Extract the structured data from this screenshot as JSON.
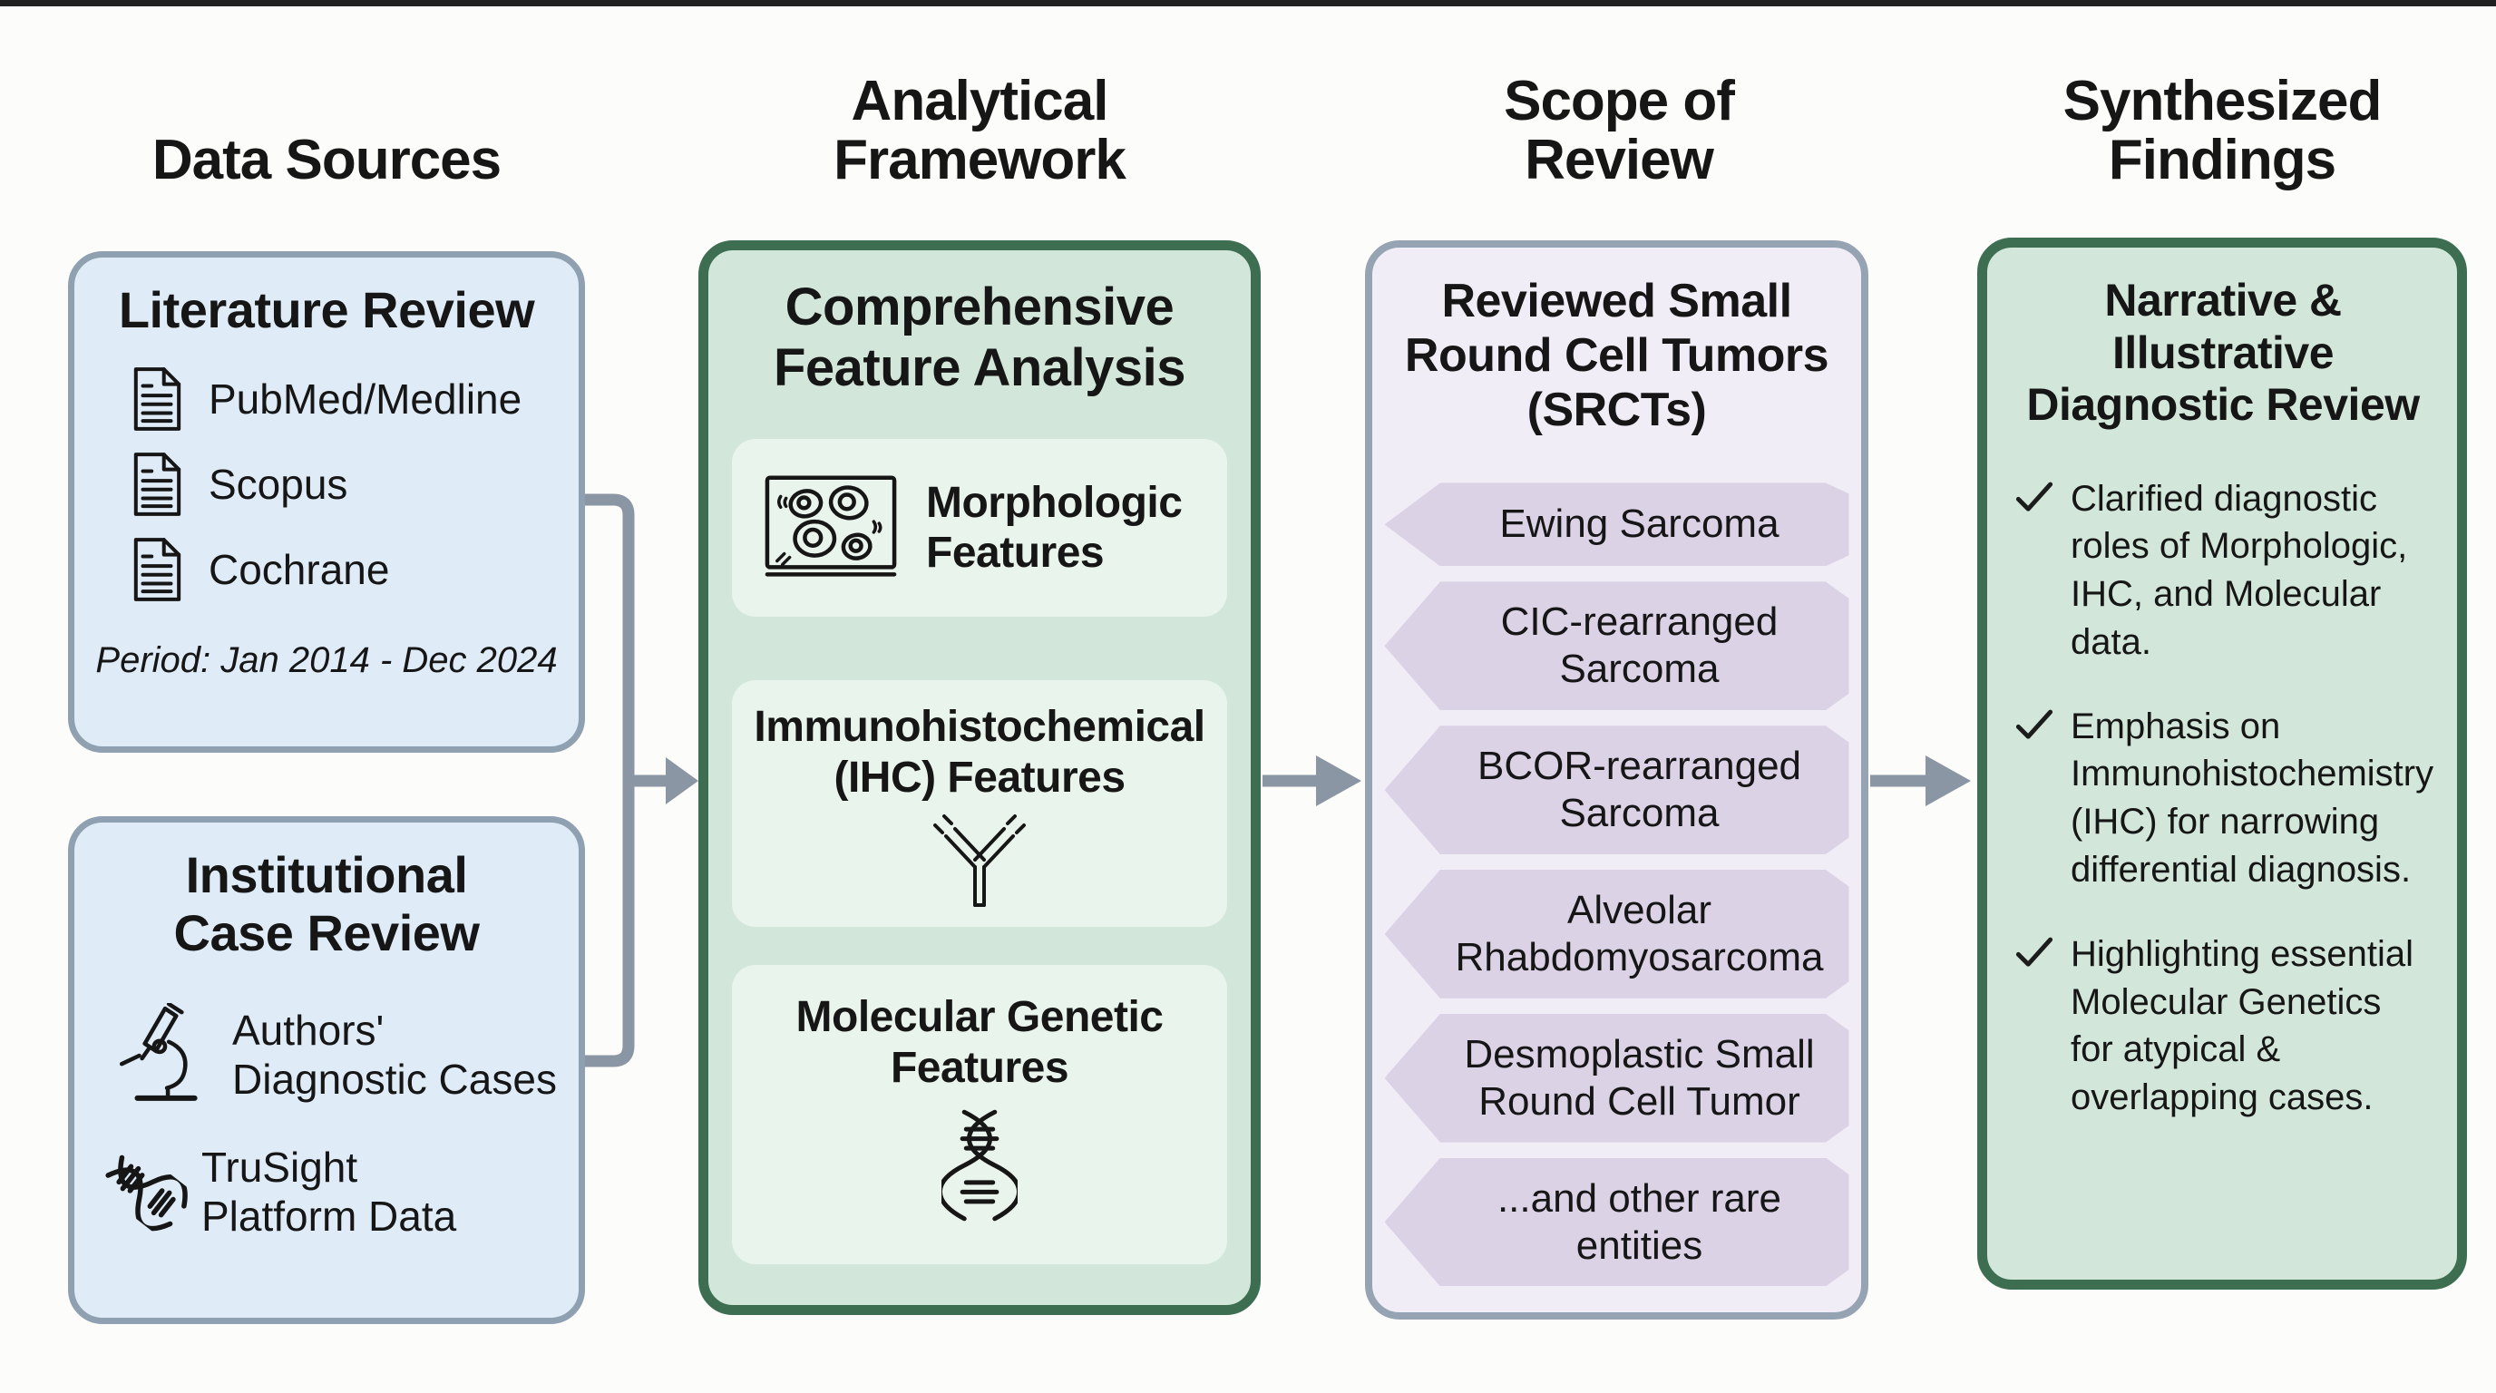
{
  "headers": {
    "col1": "Data Sources",
    "col2": [
      "Analytical",
      "Framework"
    ],
    "col3": [
      "Scope of",
      "Review"
    ],
    "col4": [
      "Synthesized",
      "Findings"
    ]
  },
  "data_sources": {
    "literature": {
      "title": "Literature Review",
      "items": [
        "PubMed/Medline",
        "Scopus",
        "Cochrane"
      ],
      "period": "Period: Jan 2014 - Dec 2024"
    },
    "institutional": {
      "title": [
        "Institutional",
        "Case Review"
      ],
      "items": [
        {
          "icon": "microscope-icon",
          "label": [
            "Authors'",
            "Diagnostic Cases"
          ]
        },
        {
          "icon": "dna-icon",
          "label": [
            "TruSight",
            "Platform Data"
          ]
        }
      ]
    }
  },
  "analytical_framework": {
    "title": [
      "Comprehensive",
      "Feature Analysis"
    ],
    "features": [
      {
        "icon": "cells-icon",
        "label": [
          "Morphologic",
          "Features"
        ]
      },
      {
        "icon": "antibody-icon",
        "label": [
          "Immunohistochemical",
          "(IHC) Features"
        ]
      },
      {
        "icon": "dna-icon",
        "label": [
          "Molecular Genetic",
          "Features"
        ]
      }
    ]
  },
  "scope_of_review": {
    "title": [
      "Reviewed Small",
      "Round Cell Tumors",
      "(SRCTs)"
    ],
    "entities": [
      "Ewing Sarcoma",
      "CIC-rearranged Sarcoma",
      "BCOR-rearranged Sarcoma",
      "Alveolar Rhabdomyosarcoma",
      "Desmoplastic Small Round Cell Tumor",
      "...and other rare entities"
    ]
  },
  "synthesized_findings": {
    "title": [
      "Narrative &",
      "Illustrative",
      "Diagnostic Review"
    ],
    "points": [
      "Clarified diagnostic roles of Morphologic, IHC, and Molecular data.",
      "Emphasis on Immunohistochemistry (IHC) for narrowing differential diagnosis.",
      "Highlighting essential Molecular Genetics for atypical & overlapping cases."
    ]
  },
  "colors": {
    "background": "#fcfcfa",
    "blue_box_fill": "#dfecf8",
    "blue_box_border": "#8fa0b0",
    "green_box_fill": "#d2e7da",
    "green_box_border": "#3e6e51",
    "green_subbox_fill": "#e9f4ec",
    "purple_box_fill": "#f1edf6",
    "purple_box_border": "#95a3b3",
    "chevron_fill": "#dbd2e6",
    "connector_gray": "#8b96a4",
    "text": "#161616"
  }
}
